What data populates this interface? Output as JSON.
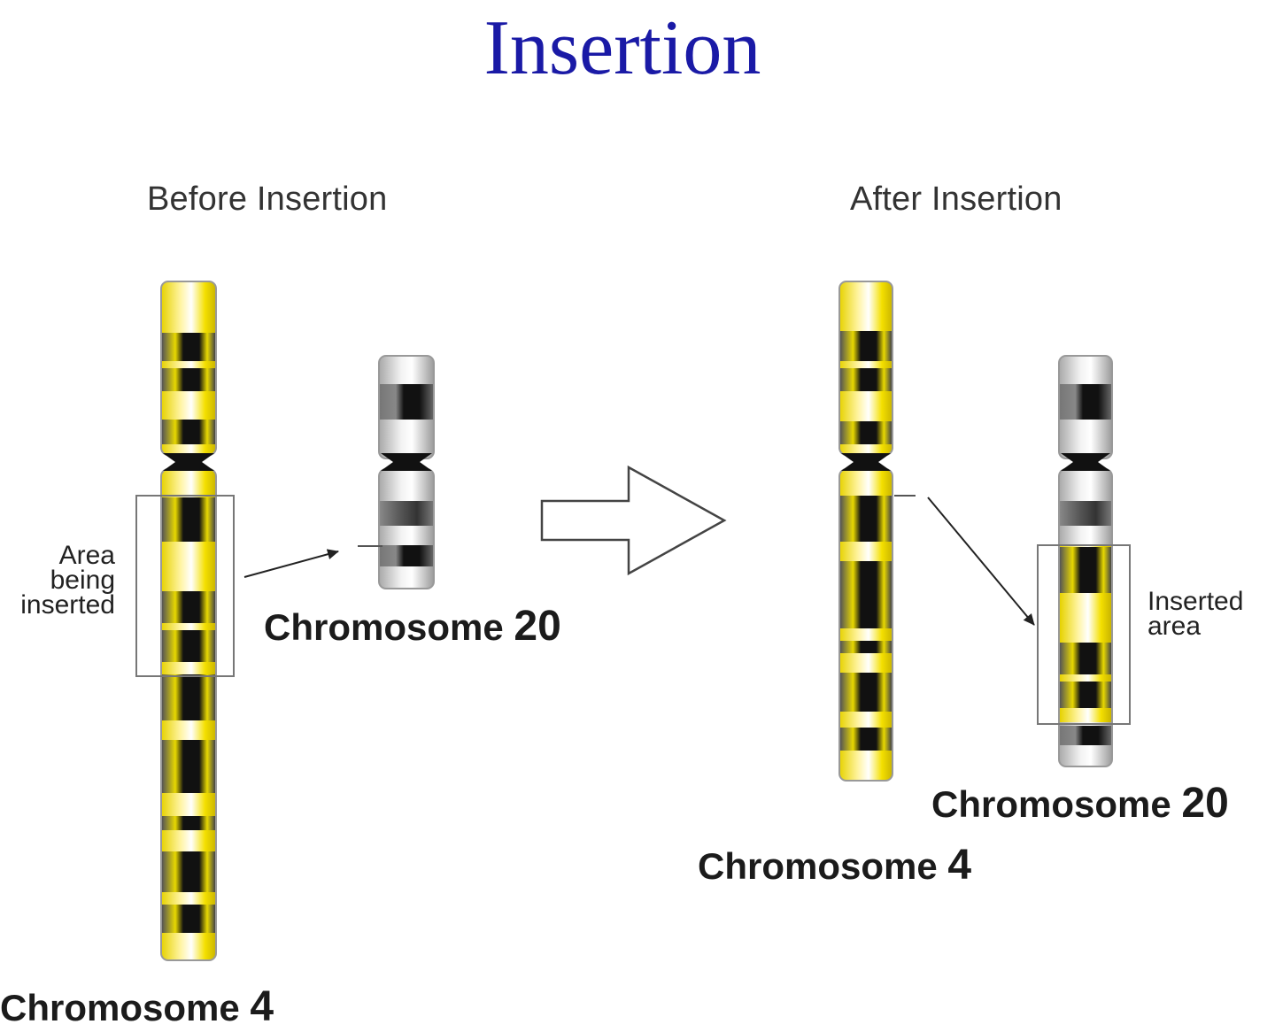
{
  "title": "Insertion",
  "before": {
    "heading": "Before Insertion",
    "chromosome_4": {
      "name": "Chromosome",
      "number": "4"
    },
    "chromosome_20": {
      "name": "Chromosome",
      "number": "20"
    },
    "area_label": [
      "Area",
      "being",
      "inserted"
    ]
  },
  "after": {
    "heading": "After Insertion",
    "chromosome_4": {
      "name": "Chromosome",
      "number": "4"
    },
    "chromosome_20": {
      "name": "Chromosome",
      "number": "20"
    },
    "area_label": [
      "Inserted",
      "area"
    ]
  },
  "colors": {
    "title": "#1a1aa6",
    "yellow_band": "#e8d800",
    "dark_band": "#111111",
    "gray_band": "#9a9a9a"
  },
  "icons": {
    "transition": "right-arrow-icon"
  }
}
